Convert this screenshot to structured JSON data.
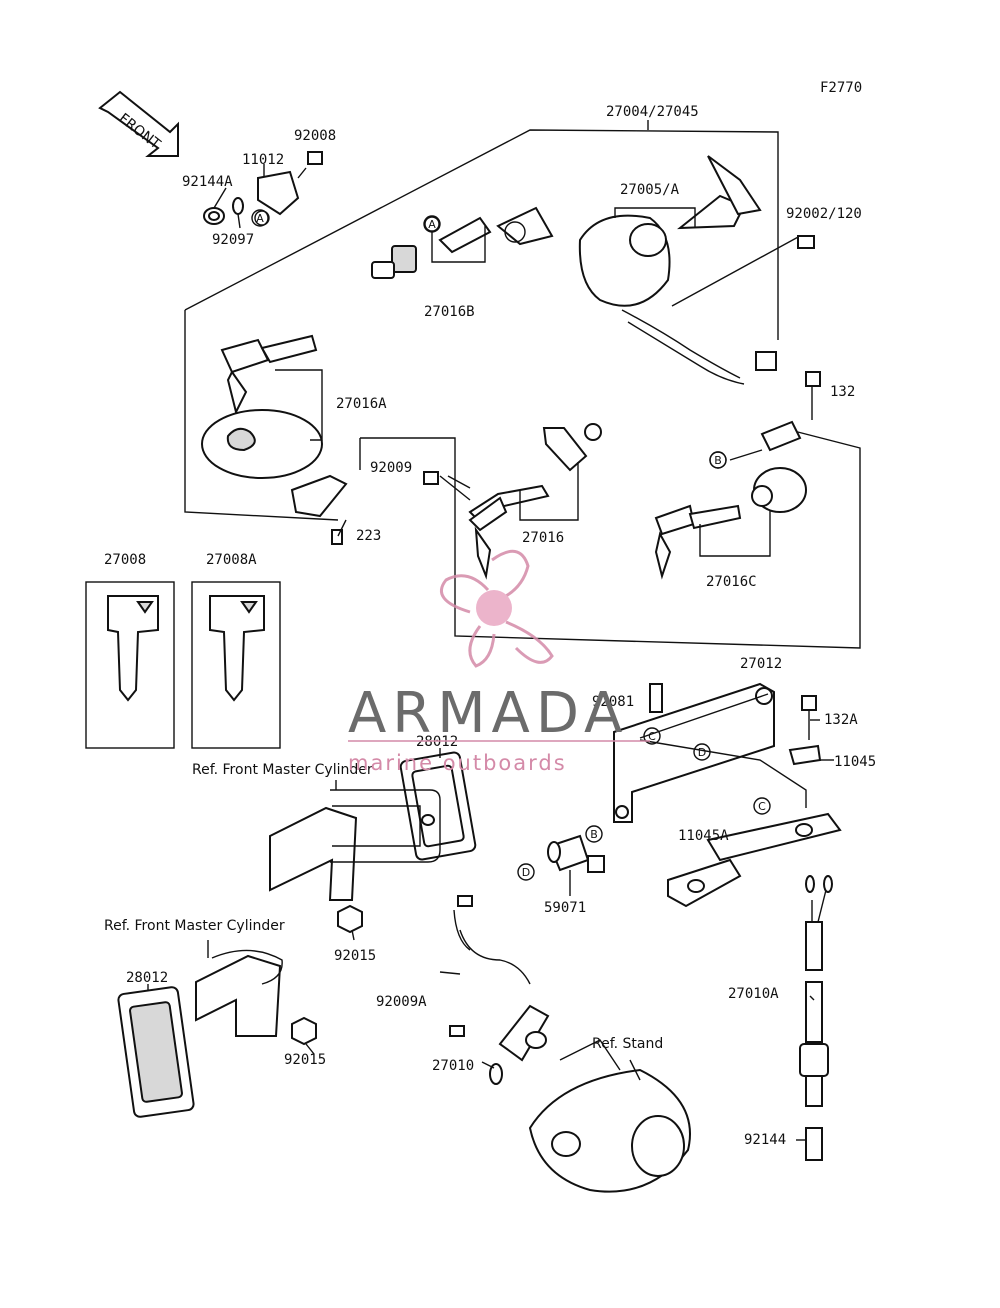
{
  "figure_code": "F2770",
  "front_arrow_label": "FRONT",
  "part_numbers": {
    "p27004": "27004/27045",
    "p92008": "92008",
    "p11012": "11012",
    "p92144A": "92144A",
    "p92097": "92097",
    "p27005": "27005/A",
    "p92002": "92002/120",
    "p27016B": "27016B",
    "p27016A": "27016A",
    "p132": "132",
    "p92009": "92009",
    "p223": "223",
    "p27016": "27016",
    "p27016C": "27016C",
    "p27008": "27008",
    "p27008A": "27008A",
    "p27012": "27012",
    "p92081": "92081",
    "p132A": "132A",
    "p11045": "11045",
    "p28012a": "28012",
    "p11045A": "11045A",
    "p59071": "59071",
    "p92015a": "92015",
    "p28012b": "28012",
    "p92015b": "92015",
    "p92009A": "92009A",
    "p27010": "27010",
    "p27010A": "27010A",
    "p92144": "92144"
  },
  "references": {
    "front_master_cylinder_1": "Ref. Front Master Cylinder",
    "front_master_cylinder_2": "Ref. Front Master Cylinder",
    "stand": "Ref. Stand"
  },
  "callout_letters": {
    "a1": "A",
    "a2": "A",
    "b1": "B",
    "b2": "B",
    "c1": "C",
    "c2": "C",
    "d1": "D",
    "d2": "D"
  },
  "watermark": {
    "brand": "ARMADA",
    "tagline": "marine outboards",
    "accent_color": "#d48aa8"
  }
}
